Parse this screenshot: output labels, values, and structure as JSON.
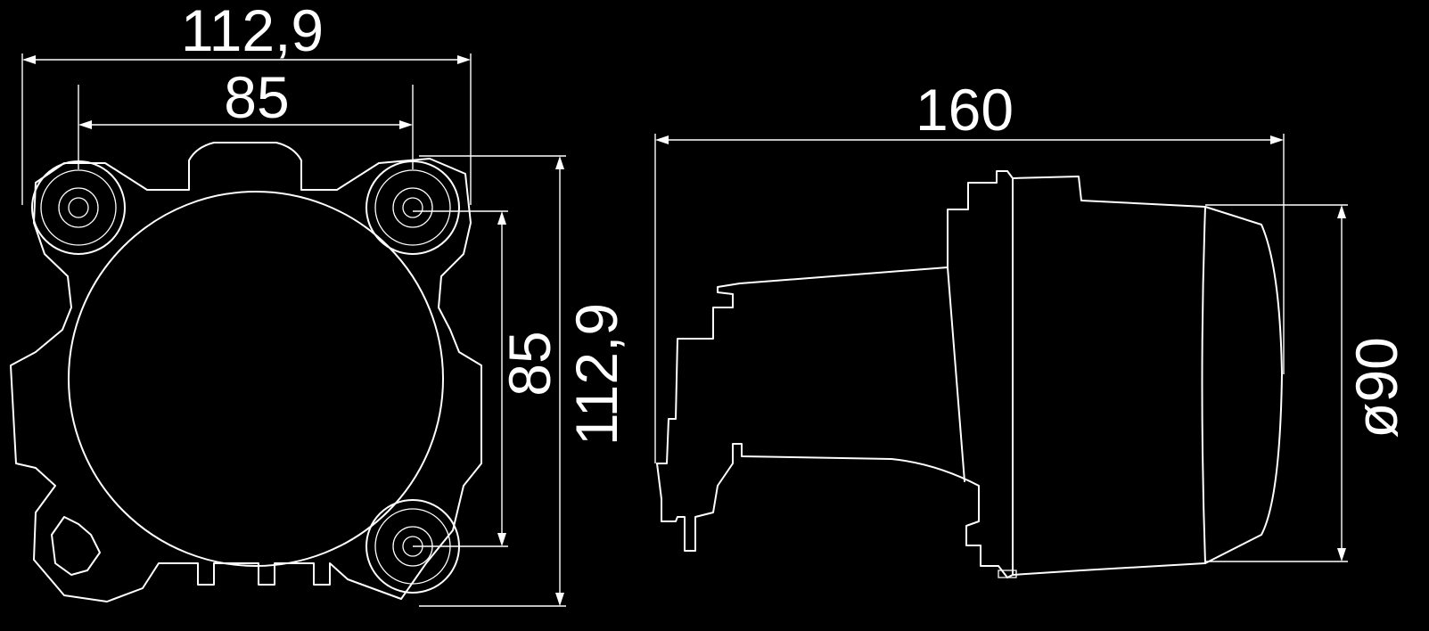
{
  "front_view": {
    "overall_width_label": "112,9",
    "bolt_spacing_width_label": "85",
    "bolt_spacing_height_label": "85",
    "overall_height_label": "112,9"
  },
  "side_view": {
    "length_label": "160",
    "diameter_label": "ø90"
  },
  "colors": {
    "background": "#000000",
    "line": "#ffffff"
  }
}
